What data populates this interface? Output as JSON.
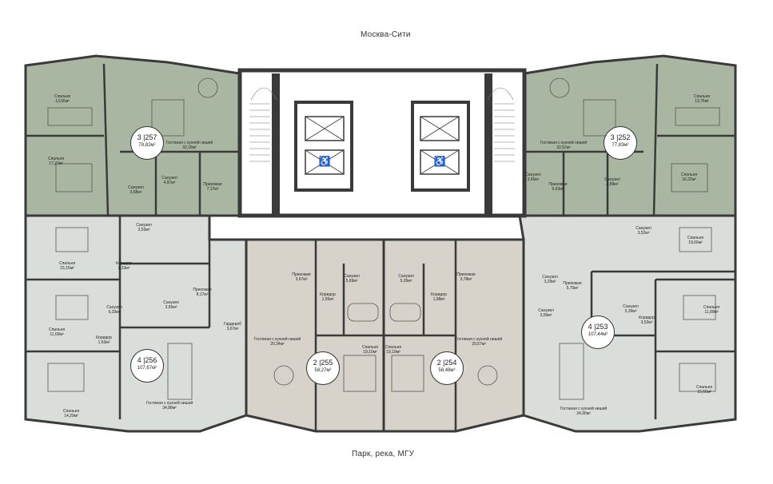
{
  "orientation": {
    "top": "Москва-Сити",
    "bottom": "Парк, река, МГУ"
  },
  "colors": {
    "green": "#a9b7a2",
    "gray": "#dadedb",
    "beige": "#d8d3ca",
    "core": "#ffffff",
    "wall": "#3a3a3a"
  },
  "apartments": [
    {
      "id": "257",
      "number": "3 |257",
      "area": "78,82м²"
    },
    {
      "id": "252",
      "number": "3 |252",
      "area": "77,83м²"
    },
    {
      "id": "256",
      "number": "4 |256",
      "area": "107,67м²"
    },
    {
      "id": "253",
      "number": "4 |253",
      "area": "107,44м²"
    },
    {
      "id": "255",
      "number": "2 |255",
      "area": "58,27м²"
    },
    {
      "id": "254",
      "number": "2 |254",
      "area": "58,48м²"
    }
  ],
  "rooms": [
    {
      "name": "Спальня",
      "area": "13,65м²"
    },
    {
      "name": "Гостиная с кухней нишей",
      "area": "32,18м²"
    },
    {
      "name": "Спальня",
      "area": "17,27м²"
    },
    {
      "name": "Санузел",
      "area": "3,58м²"
    },
    {
      "name": "Санузел",
      "area": "4,97м²"
    },
    {
      "name": "Прихожая",
      "area": "7,17м²"
    },
    {
      "name": "Спальня",
      "area": "13,75м²"
    },
    {
      "name": "Гостиная с кухней нишей",
      "area": "32,52м²"
    },
    {
      "name": "Санузел",
      "area": "3,65м²"
    },
    {
      "name": "Прихожая",
      "area": "6,63м²"
    },
    {
      "name": "Санузел",
      "area": "4,89м²"
    },
    {
      "name": "Спальня",
      "area": "16,32м²"
    },
    {
      "name": "Санузел",
      "area": "3,53м²"
    },
    {
      "name": "Спальня",
      "area": "15,15м²"
    },
    {
      "name": "Коридор",
      "area": "3,33м²"
    },
    {
      "name": "Санузел",
      "area": "6,33м²"
    },
    {
      "name": "Санузел",
      "area": "3,65м²"
    },
    {
      "name": "Прихожая",
      "area": "8,17м²"
    },
    {
      "name": "Спальня",
      "area": "11,69м²"
    },
    {
      "name": "Коридор",
      "area": "1,63м²"
    },
    {
      "name": "Спальня",
      "area": "14,29м²"
    },
    {
      "name": "Гардероб",
      "area": "3,67м²"
    },
    {
      "name": "Гостиная с кухней нишей",
      "area": "34,88м²"
    },
    {
      "name": "Прихожая",
      "area": "3,67м²"
    },
    {
      "name": "Санузел",
      "area": "5,69м²"
    },
    {
      "name": "Коридор",
      "area": "1,55м²"
    },
    {
      "name": "Гостиная с кухней нишей",
      "area": "20,34м²"
    },
    {
      "name": "Спальня",
      "area": "19,10м²"
    },
    {
      "name": "Санузел",
      "area": "5,26м²"
    },
    {
      "name": "Коридор",
      "area": "1,68м²"
    },
    {
      "name": "Прихожая",
      "area": "3,78м²"
    },
    {
      "name": "Спальня",
      "area": "19,19м²"
    },
    {
      "name": "Гостиная с кухней нишей",
      "area": "20,57м²"
    },
    {
      "name": "Санузел",
      "area": "3,29м²"
    },
    {
      "name": "Прихожая",
      "area": "5,70м²"
    },
    {
      "name": "Санузел",
      "area": "3,59м²"
    },
    {
      "name": "Спальня",
      "area": "19,60м²"
    },
    {
      "name": "Санузел",
      "area": "5,39м²"
    },
    {
      "name": "Коридор",
      "area": "3,52м²"
    },
    {
      "name": "Спальня",
      "area": "11,89м²"
    },
    {
      "name": "Спальня",
      "area": "15,66м²"
    },
    {
      "name": "Гостиная с кухней нишей",
      "area": "34,90м²"
    },
    {
      "name": "Санузел",
      "area": "3,52м²"
    }
  ]
}
